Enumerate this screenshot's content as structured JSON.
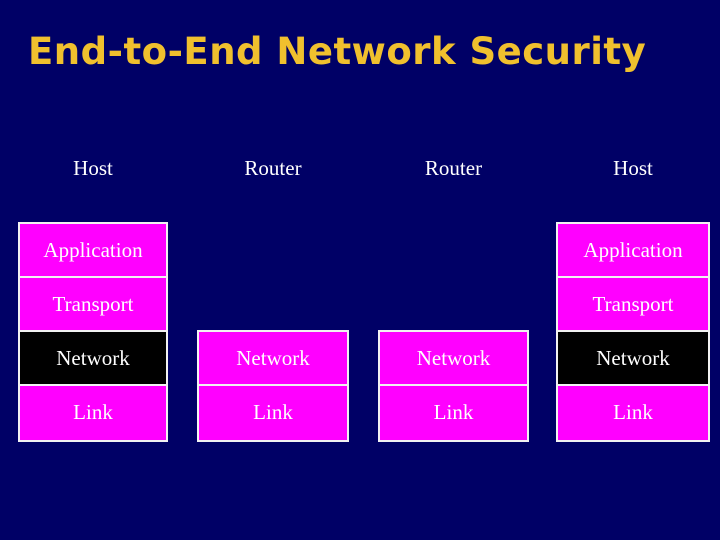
{
  "slide": {
    "title": "End-to-End Network Security",
    "background_color": "#000066",
    "title_color": "#f0c02e"
  },
  "palette": {
    "box_fill": "#ff00ff",
    "box_fill_highlight": "#000000",
    "box_border": "#f2f2f2",
    "label_color": "#ffffff"
  },
  "diagram": {
    "columns": [
      {
        "header": "Host",
        "layers": [
          {
            "label": "Application",
            "fill": "magenta"
          },
          {
            "label": "Transport",
            "fill": "magenta"
          },
          {
            "label": "Network",
            "fill": "black"
          },
          {
            "label": "Link",
            "fill": "magenta"
          }
        ]
      },
      {
        "header": "Router",
        "layers": [
          {
            "label": "Network",
            "fill": "magenta"
          },
          {
            "label": "Link",
            "fill": "magenta"
          }
        ]
      },
      {
        "header": "Router",
        "layers": [
          {
            "label": "Network",
            "fill": "magenta"
          },
          {
            "label": "Link",
            "fill": "magenta"
          }
        ]
      },
      {
        "header": "Host",
        "layers": [
          {
            "label": "Application",
            "fill": "magenta"
          },
          {
            "label": "Transport",
            "fill": "magenta"
          },
          {
            "label": "Network",
            "fill": "black"
          },
          {
            "label": "Link",
            "fill": "magenta"
          }
        ]
      }
    ]
  }
}
